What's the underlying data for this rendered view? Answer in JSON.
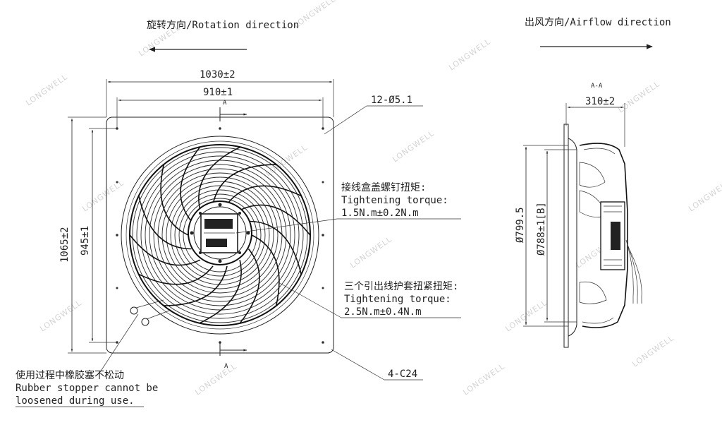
{
  "header": {
    "rotation_label": "旋转方向/Rotation direction",
    "airflow_label": "出风方向/Airflow direction"
  },
  "front_view": {
    "dim_overall_width": "1030±2",
    "dim_hole_width": "910±1",
    "dim_overall_height": "1065±2",
    "dim_hole_height": "945±1",
    "section_mark_top": "A",
    "section_mark_bottom": "A",
    "holes_callout": "12-Ø5.1",
    "corner_callout": "4-C24"
  },
  "notes": {
    "junction_box_cn": "接线盒盖螺钉扭矩:",
    "junction_box_en": "Tightening torque:",
    "junction_box_value": "1.5N.m±0.2N.m",
    "lead_sleeve_cn": "三个引出线护套扭紧扭矩:",
    "lead_sleeve_en": "Tightening torque:",
    "lead_sleeve_value": "2.5N.m±0.4N.m",
    "rubber_cn": "使用过程中橡胶塞不松动",
    "rubber_en_1": "Rubber stopper cannot be",
    "rubber_en_2": "loosened during use."
  },
  "side_view": {
    "section_title": "A-A",
    "dim_depth": "310±2",
    "dim_outer_dia": "Ø799.5",
    "dim_inner_dia": "Ø788±1[B]"
  },
  "watermark": "LONGWELL"
}
